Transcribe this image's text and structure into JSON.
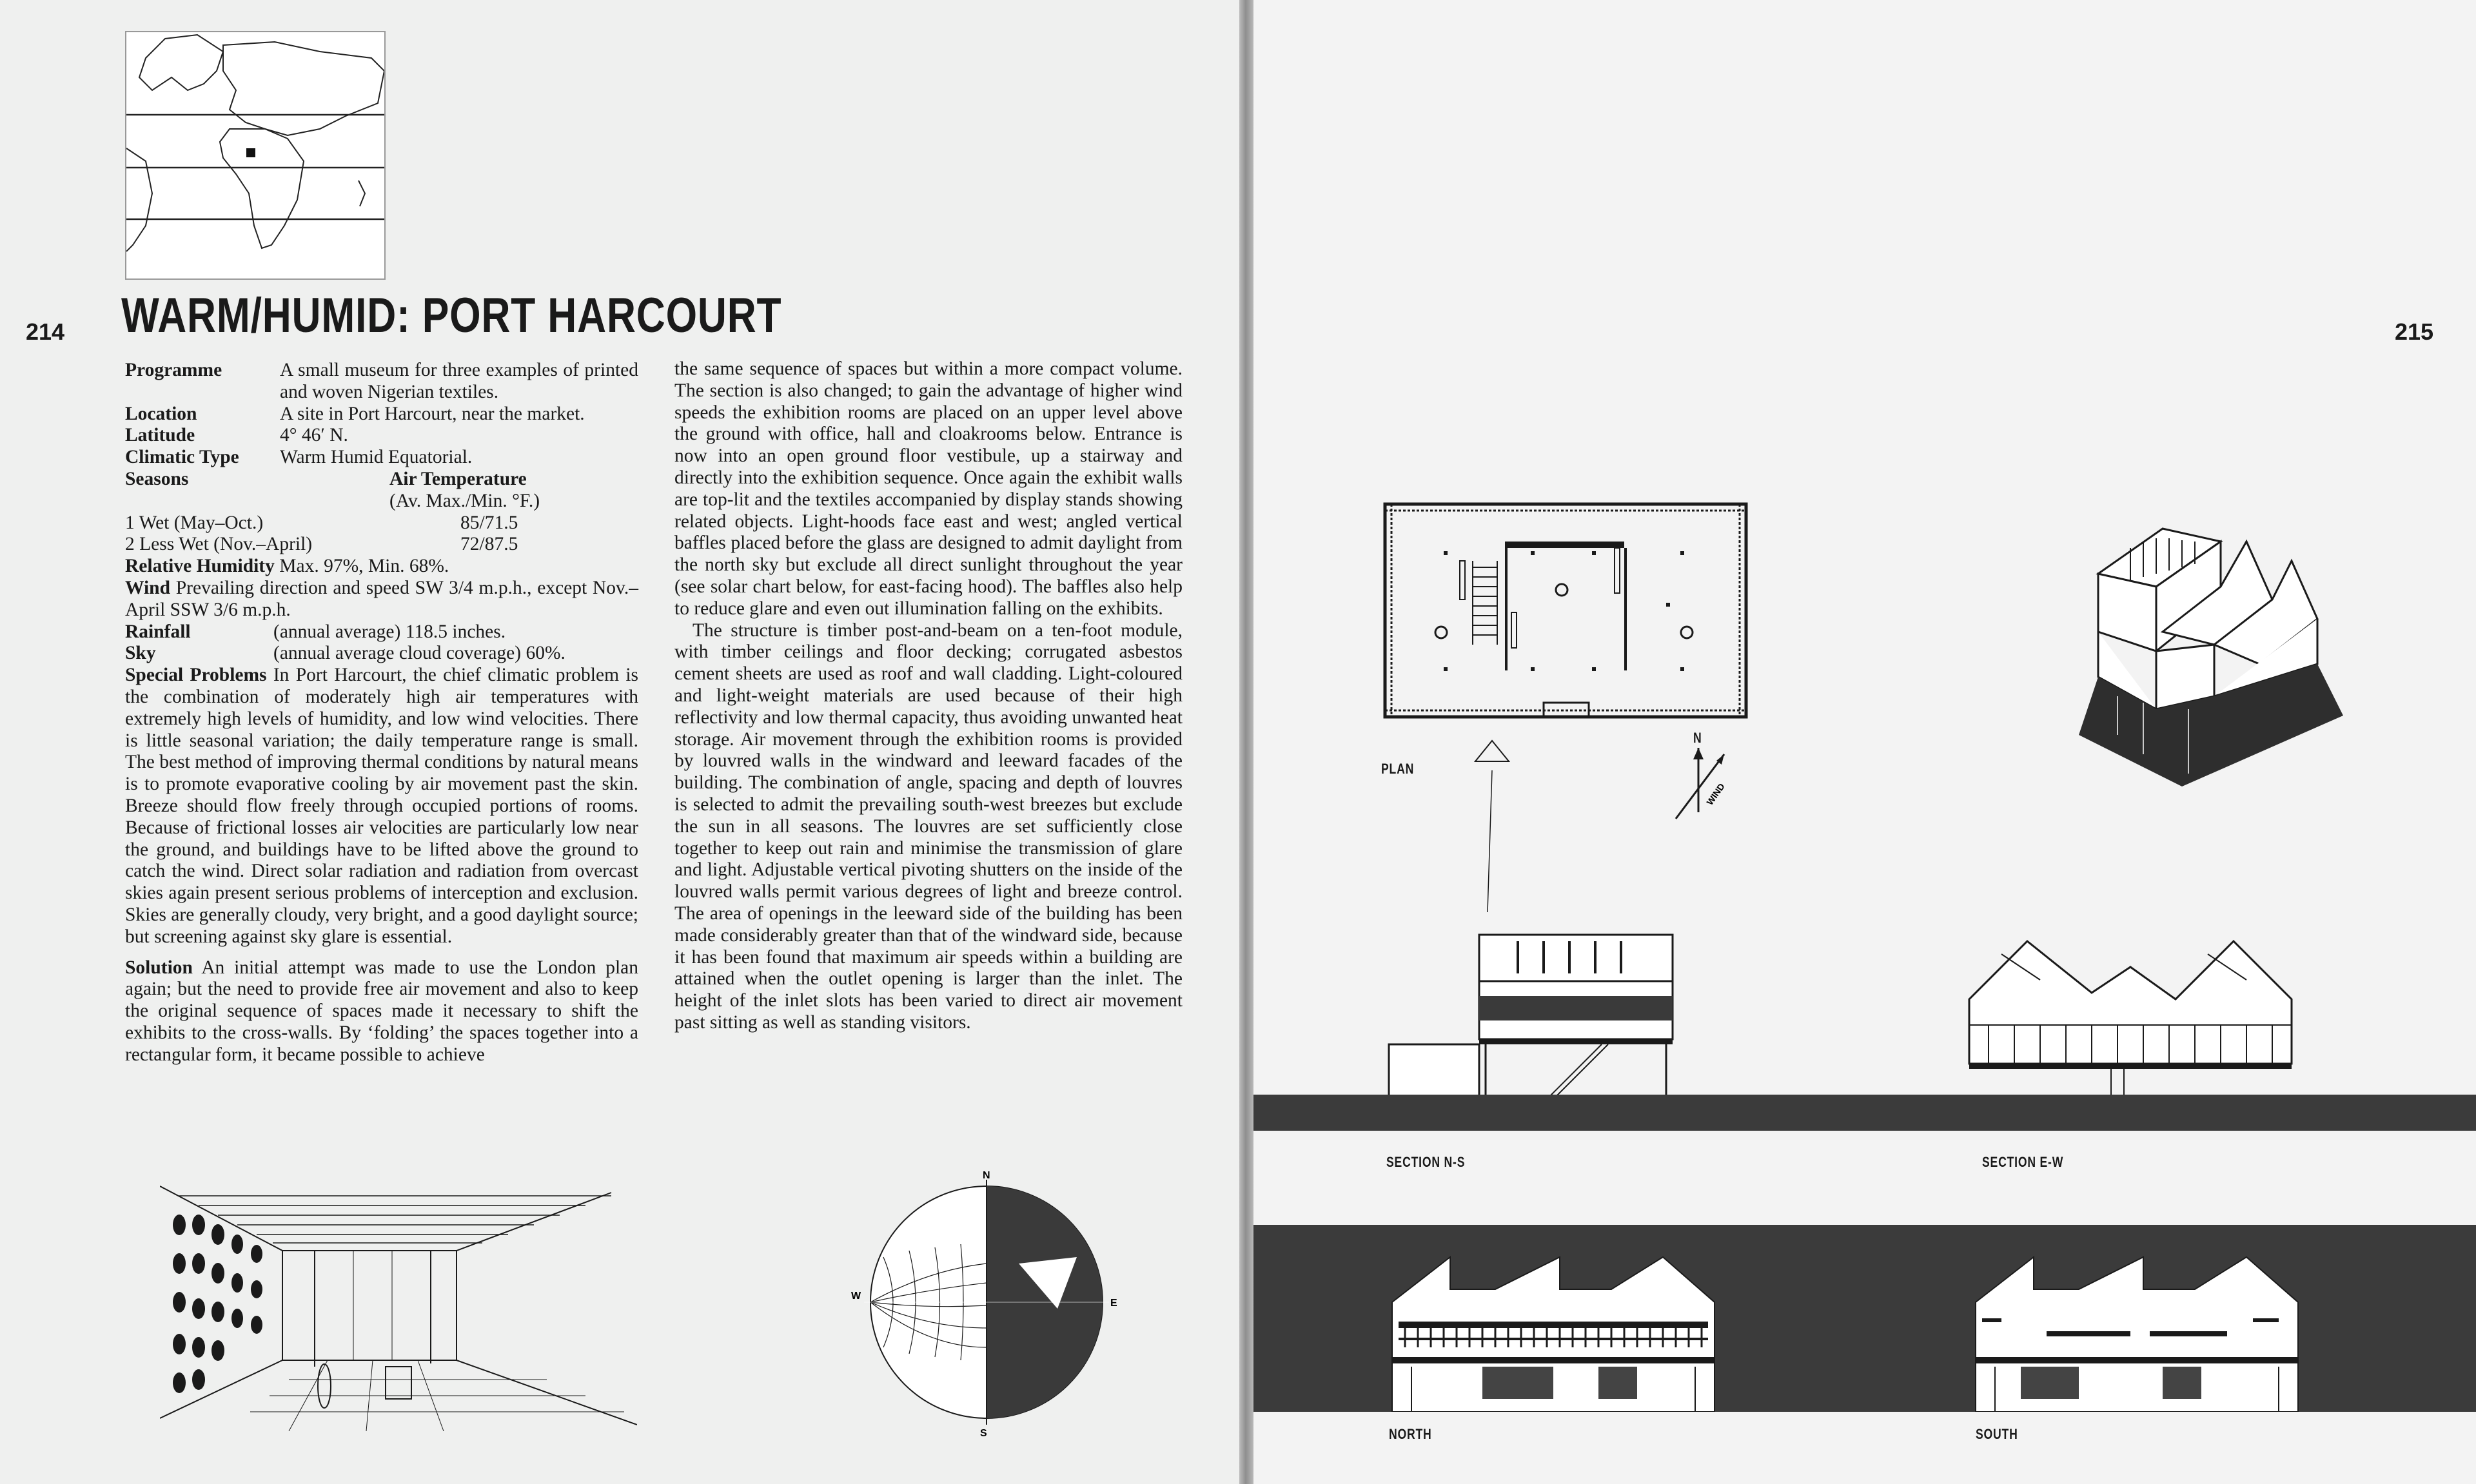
{
  "page_left": {
    "number": "214",
    "title": "WARM/HUMID: PORT HARCOURT",
    "facts": [
      {
        "label": "Programme",
        "value": "A small museum for three examples of printed and woven Nigerian textiles."
      },
      {
        "label": "Location",
        "value": "A site in Port Harcourt, near the market."
      },
      {
        "label": "Latitude",
        "value": "4° 46′ N."
      },
      {
        "label": "Climatic Type",
        "value": "Warm Humid Equatorial."
      }
    ],
    "seasons": {
      "label": "Seasons",
      "temp_heading": "Air Temperature",
      "temp_sub": "(Av. Max./Min. °F.)",
      "rows": [
        {
          "name": "1 Wet (May–Oct.)",
          "temp": "85/71.5"
        },
        {
          "name": "2 Less Wet (Nov.–April)",
          "temp": "72/87.5"
        }
      ]
    },
    "humidity": {
      "label": "Relative Humidity",
      "value": "Max. 97%, Min. 68%."
    },
    "wind": {
      "label": "Wind",
      "value": "Prevailing direction and speed SW 3/4 m.p.h., except Nov.–April SSW 3/6 m.p.h."
    },
    "rainfall": {
      "label": "Rainfall",
      "value": "(annual average) 118.5 inches."
    },
    "sky": {
      "label": "Sky",
      "value": "(annual average cloud coverage) 60%."
    },
    "special_problems": {
      "label": "Special Problems",
      "text": "In Port Harcourt, the chief climatic problem is the combination of moderately high air temperatures with extremely high levels of humidity, and low wind velocities. There is little seasonal variation; the daily temperature range is small. The best method of improving thermal conditions by natural means is to promote evaporative cooling by air movement past the skin. Breeze should flow freely through occupied portions of rooms. Because of frictional losses air velocities are particularly low near the ground, and buildings have to be lifted above the ground to catch the wind. Direct solar radiation and radiation from overcast skies again present serious problems of interception and exclusion. Skies are generally cloudy, very bright, and a good daylight source; but screening against sky glare is essential."
    },
    "solution": {
      "label": "Solution",
      "text": "An initial attempt was made to use the London plan again; but the need to provide free air movement and also to keep the original sequence of spaces made it necessary to shift the exhibits to the cross-walls. By ‘folding’ the spaces together into a rectangular form, it became possible to achieve"
    },
    "col2_p1": "the same sequence of spaces but within a more compact volume. The section is also changed; to gain the advantage of higher wind speeds the exhibition rooms are placed on an upper level above the ground with office, hall and cloakrooms below. Entrance is now into an open ground floor vestibule, up a stairway and directly into the exhibition sequence. Once again the exhibit walls are top-lit and the textiles accompanied by display stands showing related objects. Light-hoods face east and west; angled vertical baffles placed before the glass are designed to admit daylight from the north sky but exclude all direct sunlight throughout the year (see solar chart below, for east-facing hood). The baffles also help to reduce glare and even out illumination falling on the exhibits.",
    "col2_p2": "The structure is timber post-and-beam on a ten-foot module, with timber ceilings and floor decking; corrugated asbestos cement sheets are used as roof and wall cladding. Light-coloured and light-weight materials are used because of their high reflectivity and low thermal capacity, thus avoiding unwanted heat storage. Air movement through the exhibition rooms is provided by louvred walls in the windward and leeward facades of the building. The combination of angle, spacing and depth of louvres is selected to admit the prevailing south-west breezes but exclude the sun in all seasons. The louvres are set sufficiently close together to keep out rain and minimise the transmission of glare and light. Adjustable vertical pivoting shutters on the inside of the louvred walls permit various degrees of light and breeze control. The area of openings in the leeward side of the building has been made considerably greater than that of the windward side, because it has been found that maximum air speeds within a building are attained when the outlet opening is larger than the inlet. The height of the inlet slots has been varied to direct air movement past sitting as well as standing visitors.",
    "solar_chart": {
      "n": "N",
      "s": "S",
      "e": "E",
      "w": "W"
    }
  },
  "page_right": {
    "number": "215",
    "labels": {
      "plan": "PLAN",
      "north_arrow": "N",
      "wind": "WIND",
      "section_ns": "SECTION N-S",
      "section_ew": "SECTION E-W",
      "north": "NORTH",
      "south": "SOUTH"
    }
  },
  "colors": {
    "paper": "#eff0ef",
    "ink": "#1a1a1a",
    "band": "#3b3b3b"
  }
}
